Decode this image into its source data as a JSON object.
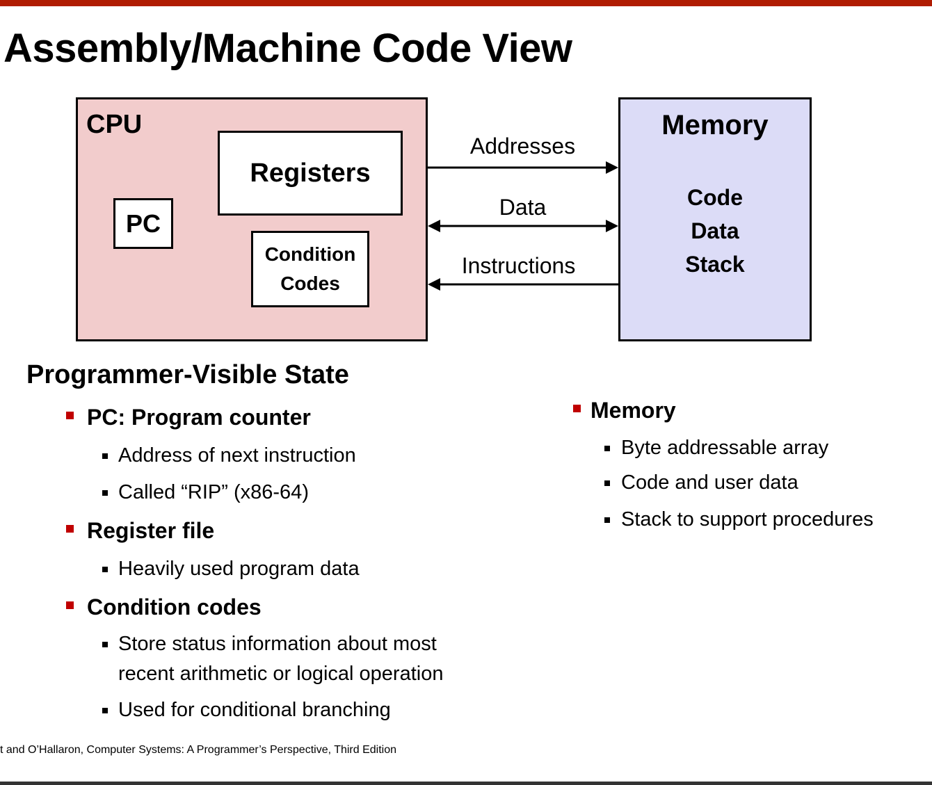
{
  "title": "Assembly/Machine Code View",
  "diagram": {
    "cpu_label": "CPU",
    "registers": "Registers",
    "pc": "PC",
    "condition_codes_line1": "Condition",
    "condition_codes_line2": "Codes",
    "memory_label": "Memory",
    "memory_items": [
      "Code",
      "Data",
      "Stack"
    ],
    "arrows": {
      "addresses": "Addresses",
      "data": "Data",
      "instructions": "Instructions"
    },
    "colors": {
      "cpu_fill": "#f2cccc",
      "memory_fill": "#dcdcf7"
    }
  },
  "section_title": "Programmer-Visible State",
  "left_bullets": [
    {
      "label": "PC: Program counter",
      "subs": [
        "Address of next instruction",
        "Called “RIP” (x86-64)"
      ]
    },
    {
      "label": "Register file",
      "subs": [
        "Heavily used program data"
      ]
    },
    {
      "label": "Condition codes",
      "subs": [
        "Store status information about most",
        "recent arithmetic or logical operation",
        "Used for conditional branching"
      ]
    }
  ],
  "right_bullets": [
    {
      "label": "Memory",
      "subs": [
        "Byte addressable array",
        "Code and user data",
        "Stack to support procedures"
      ]
    }
  ],
  "footer": "t and O’Hallaron, Computer Systems: A Programmer’s Perspective, Third Edition",
  "colors": {
    "top_bar": "#b01c02",
    "bullet": "#c00000"
  }
}
